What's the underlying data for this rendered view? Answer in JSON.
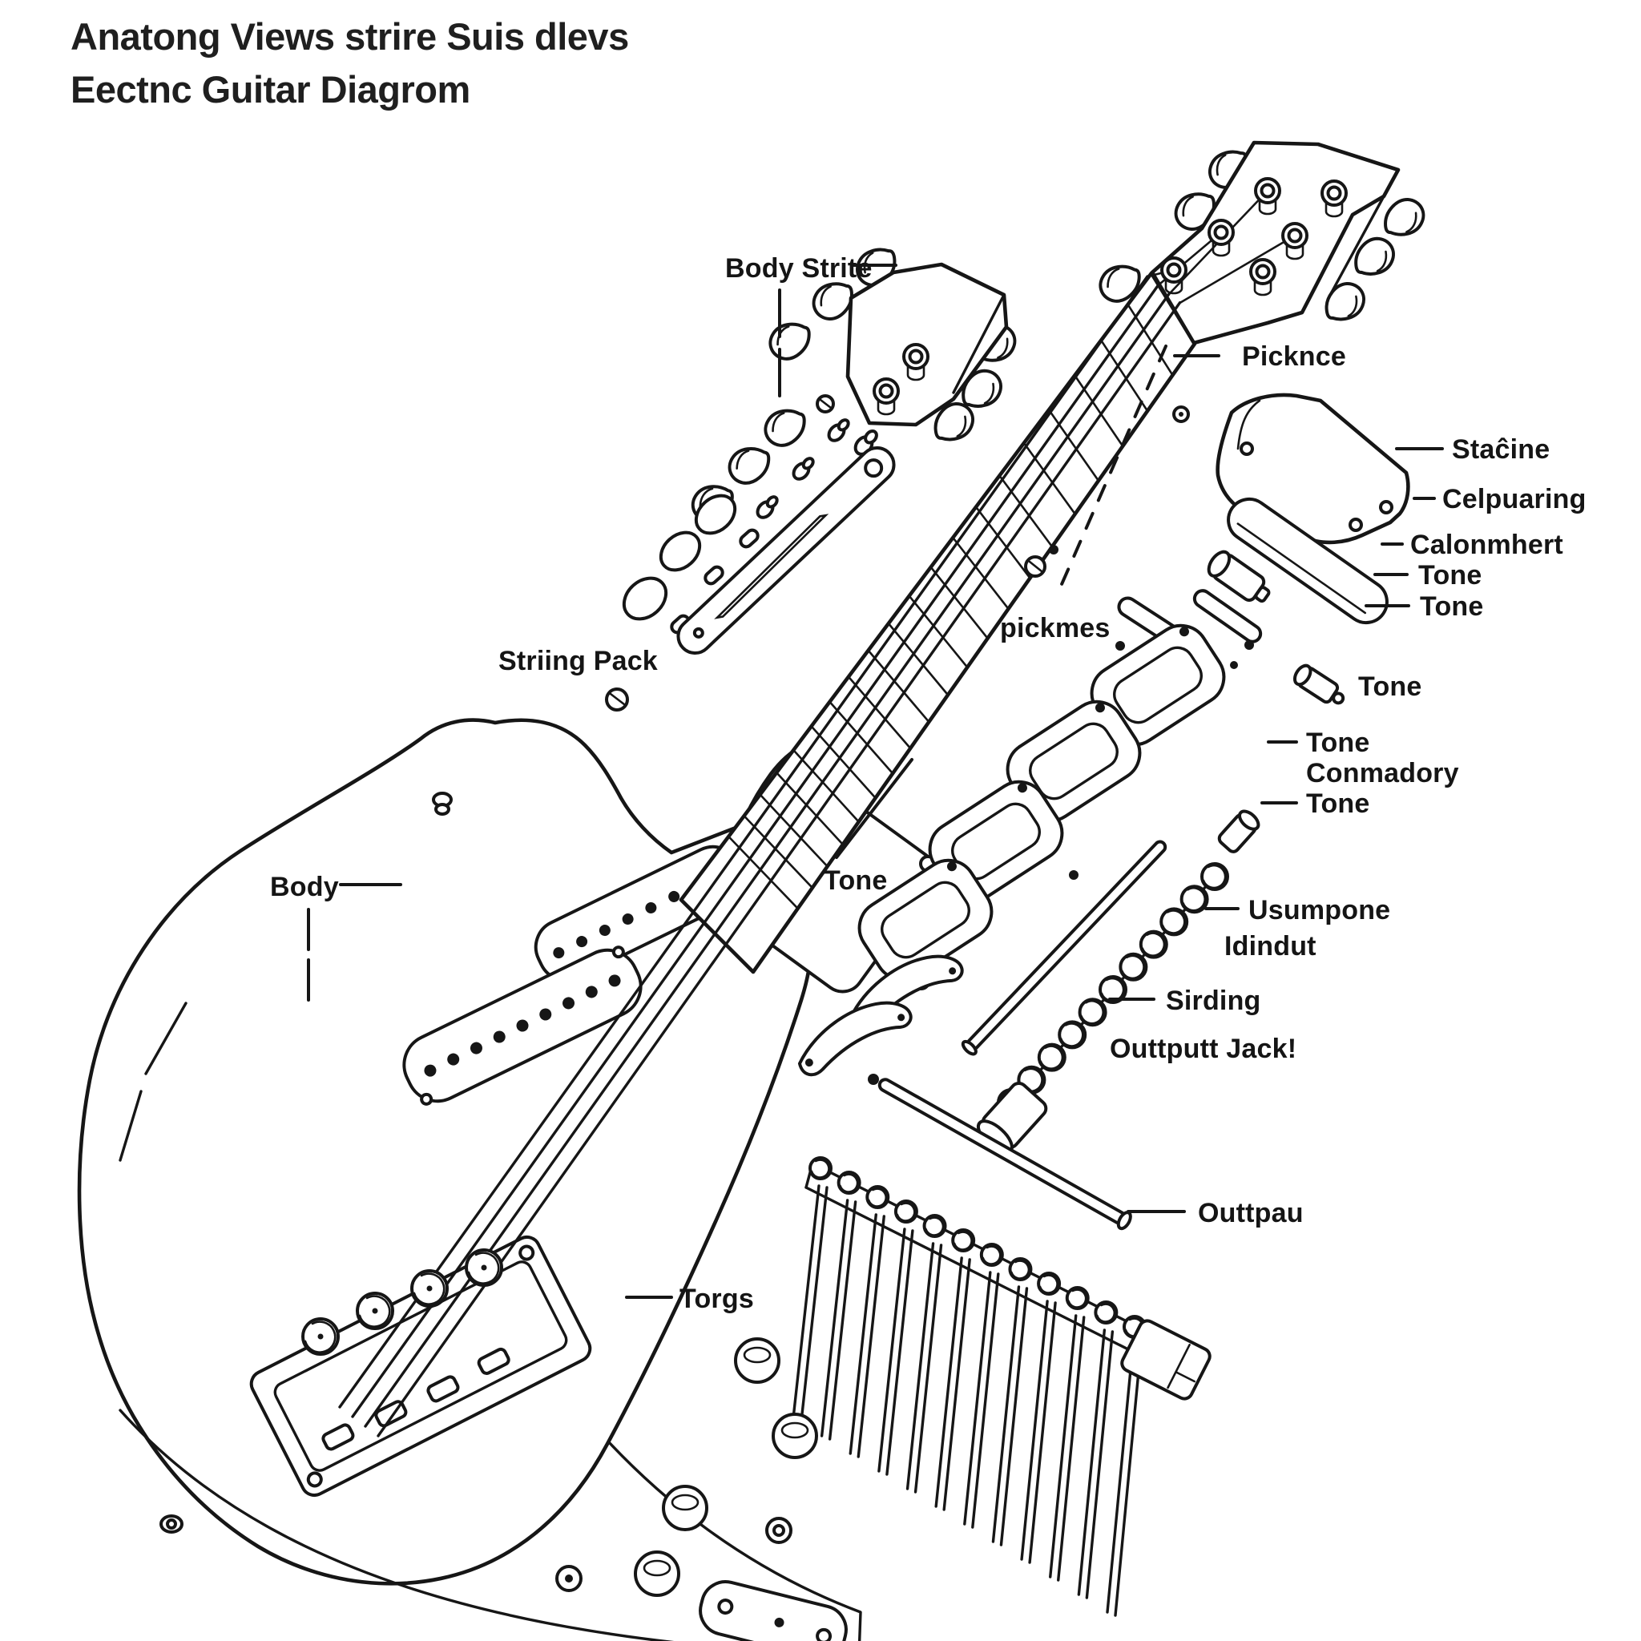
{
  "title": {
    "line1": "Anatong Views strire Suis dlevs",
    "line2": "Eectnc Guitar Diagrom"
  },
  "labels": {
    "body_strite": "Body Strite",
    "picknce": "Picknce",
    "stacine": "Staĉine",
    "celpuaring": "Celpuaring",
    "calonmhert": "Calonmhert",
    "tone_a": "Tone",
    "tone_b": "Tone",
    "tone_c": "Tone",
    "tone_d": "Tone",
    "conmadory": "Conmadory",
    "tone_e": "Tone",
    "tone_f": "Tone",
    "pickmes": "pickmes",
    "usumpone": "Usumpone",
    "idindut": "Idindut",
    "sirding": "Sirding",
    "outtputt_jack": "Outtputt Jack!",
    "outtpau": "Outtpau",
    "striing_pack": "Striing Pack",
    "body": "Body",
    "torgs": "Torgs"
  },
  "colors": {
    "ink": "#161616",
    "label_ink": "#151515",
    "title_ink": "#1f1f1f",
    "background": "#ffffff"
  }
}
